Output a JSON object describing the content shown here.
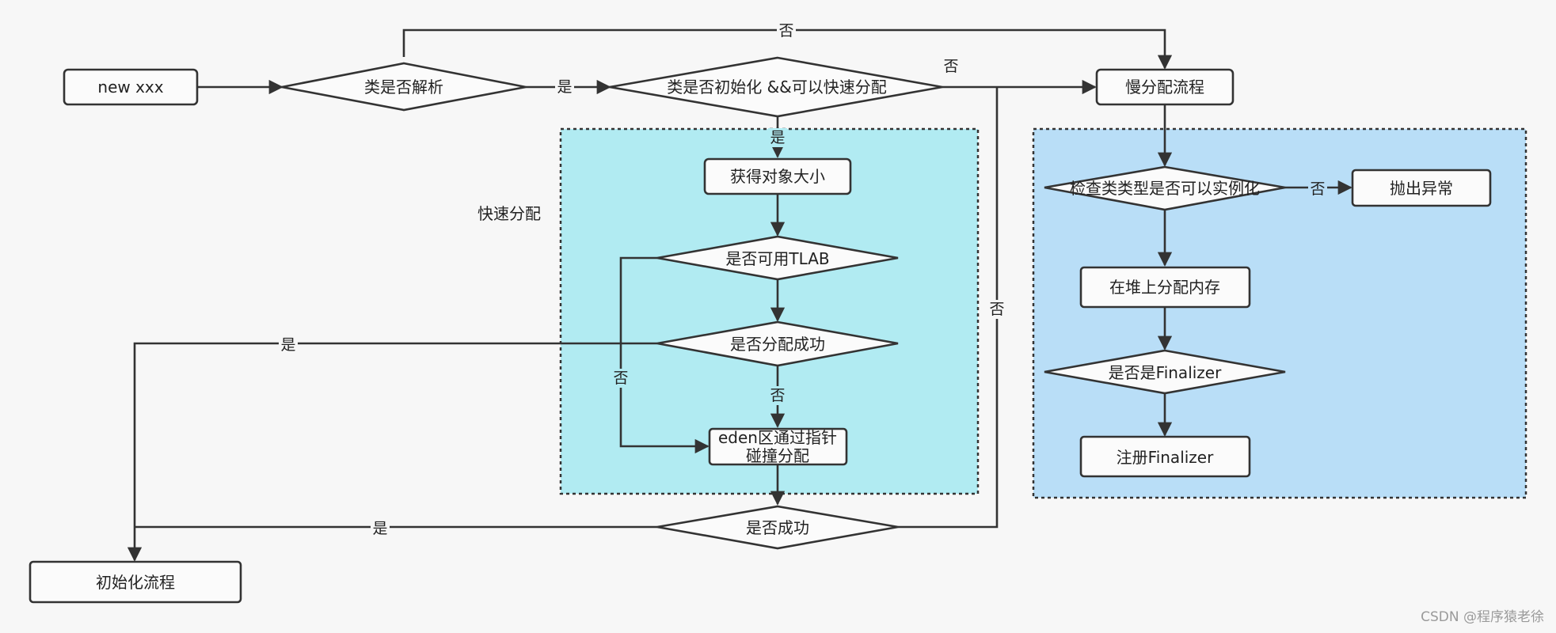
{
  "nodes": {
    "start": "new xxx",
    "resolved_q": "类是否解析",
    "init_fast_q": "类是否初始化 &&可以快速分配",
    "slow_flow": "慢分配流程",
    "get_size": "获得对象大小",
    "tlab_q": "是否可用TLAB",
    "alloc_ok_q": "是否分配成功",
    "eden_line1": "eden区通过指针",
    "eden_line2": "碰撞分配",
    "success_q": "是否成功",
    "init_flow": "初始化流程",
    "instantiable_q": "检查类类型是否可以实例化",
    "throw": "抛出异常",
    "heap_alloc": "在堆上分配内存",
    "finalizer_q": "是否是Finalizer",
    "register_finalizer": "注册Finalizer"
  },
  "group_labels": {
    "fast": "快速分配"
  },
  "edge_labels": {
    "yes": "是",
    "no": "否"
  },
  "colors": {
    "fast_group": "#b1ebf2",
    "slow_group": "#b9def7",
    "stroke": "#333333",
    "background": "#f7f7f7"
  },
  "watermark": "CSDN @程序猿老徐"
}
